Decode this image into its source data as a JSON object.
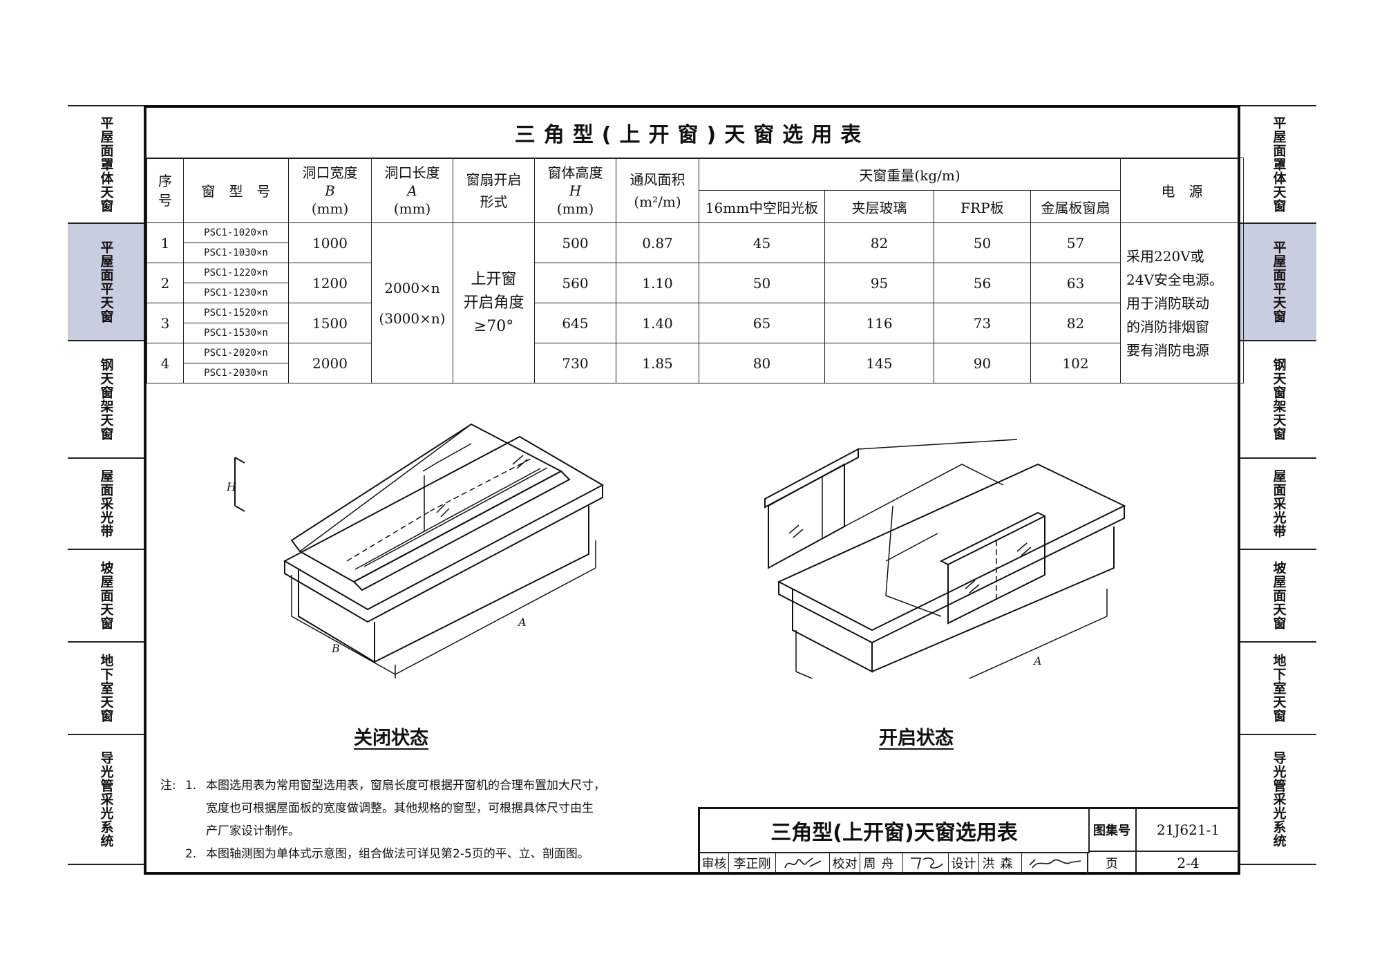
{
  "sidebar_left": [
    "平屋面罩体天窗",
    "平屋面平天窗",
    "钢天窗架天窗",
    "屋面采光带",
    "坡屋面天窗",
    "地下室天窗",
    "导光管采光系统"
  ],
  "sidebar_right": [
    "平屋面罩体天窗",
    "平屋面平天窗",
    "钢天窗架天窗",
    "屋面采光带",
    "坡屋面天窗",
    "地下室天窗",
    "导光管采光系统"
  ],
  "table_title": "三角型(上开窗)天窗选用表",
  "headers": {
    "seq": "序号",
    "model": "窗　型　号",
    "width": "洞口宽度",
    "width_sym": "B",
    "width_unit": "(mm)",
    "length": "洞口长度",
    "length_sym": "A",
    "length_unit": "(mm)",
    "open_type": "窗扇开启形式",
    "height": "窗体高度",
    "height_sym": "H",
    "height_unit": "(mm)",
    "vent": "通风面积",
    "vent_unit": "(m²/m)",
    "weight": "天窗重量(kg/m)",
    "w1": "16mm中空阳光板",
    "w2": "夹层玻璃",
    "w3": "FRP板",
    "w4": "金属板窗扇",
    "power": "电　源"
  },
  "rows": [
    {
      "seq": "1",
      "m1": "PSC1-1020×n",
      "m2": "PSC1-1030×n",
      "width": "1000",
      "height": "500",
      "vent": "0.87",
      "w1": "45",
      "w2": "82",
      "w3": "50",
      "w4": "57"
    },
    {
      "seq": "2",
      "m1": "PSC1-1220×n",
      "m2": "PSC1-1230×n",
      "width": "1200",
      "height": "560",
      "vent": "1.10",
      "w1": "50",
      "w2": "95",
      "w3": "56",
      "w4": "63"
    },
    {
      "seq": "3",
      "m1": "PSC1-1520×n",
      "m2": "PSC1-1530×n",
      "width": "1500",
      "height": "645",
      "vent": "1.40",
      "w1": "65",
      "w2": "116",
      "w3": "73",
      "w4": "82"
    },
    {
      "seq": "4",
      "m1": "PSC1-2020×n",
      "m2": "PSC1-2030×n",
      "width": "2000",
      "height": "730",
      "vent": "1.85",
      "w1": "80",
      "w2": "145",
      "w3": "90",
      "w4": "102"
    }
  ],
  "length_value_1": "2000×n",
  "length_value_2": "(3000×n)",
  "open_value_1": "上开窗",
  "open_value_2": "开启角度",
  "open_value_3": "≥70°",
  "power_text": [
    "采用220V或",
    "24V安全电源。",
    "用于消防联动",
    "的消防排烟窗",
    "要有消防电源"
  ],
  "dim_labels": {
    "b": "B",
    "a": "A",
    "h": "H"
  },
  "captions": {
    "closed": "关闭状态",
    "open": "开启状态"
  },
  "notes": {
    "label": "注:",
    "items": [
      {
        "num": "1.",
        "lines": [
          "本图选用表为常用窗型选用表，窗扇长度可根据开窗机的合理布置加大尺寸，",
          "宽度也可根据屋面板的宽度做调整。其他规格的窗型，可根据具体尺寸由生",
          "产厂家设计制作。"
        ]
      },
      {
        "num": "2.",
        "lines": [
          "本图轴测图为单体式示意图，组合做法可详见第2-5页的平、立、剖面图。"
        ]
      }
    ]
  },
  "titleblock": {
    "title": "三角型(上开窗)天窗选用表",
    "atlas_label": "图集号",
    "atlas_no": "21J621-1",
    "review_label": "审核",
    "reviewer": "李正刚",
    "check_label": "校对",
    "checker": "周舟",
    "design_label": "设计",
    "designer": "洪森",
    "page_label": "页",
    "page_no": "2-4"
  }
}
